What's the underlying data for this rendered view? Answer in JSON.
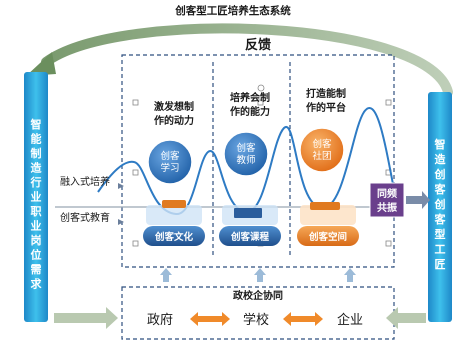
{
  "title": "创客型工匠培养生态系统",
  "feedback": "反馈",
  "left_pillar": "智能制造行业职业岗位需求",
  "right_pillar": "智造创客创客型工匠",
  "side_labels": [
    "融入式培养",
    "创客式教育"
  ],
  "resonance": "同频共振",
  "columns": [
    {
      "heading": "激发想制作的动力",
      "circle": "创客学习",
      "circle_color": "#2f6fb0",
      "base": "创客文化",
      "base_color": "#2b5d9c"
    },
    {
      "heading": "培养会制作的能力",
      "circle": "创客教师",
      "circle_color": "#2f6fb0",
      "base": "创客课程",
      "base_color": "#2b5d9c"
    },
    {
      "heading": "打造能制作的平台",
      "circle": "创客社团",
      "circle_color": "#ee7f22",
      "base": "创客空间",
      "base_color": "#ee7f22"
    }
  ],
  "bottom": {
    "title": "政校企协同",
    "parties": [
      "政府",
      "学校",
      "企业"
    ]
  },
  "colors": {
    "pillar": "#23a6d5",
    "wave": "#2e7bc4",
    "arrow_orange": "#f08a2a",
    "resonance_bg": "#6a3f8c"
  }
}
